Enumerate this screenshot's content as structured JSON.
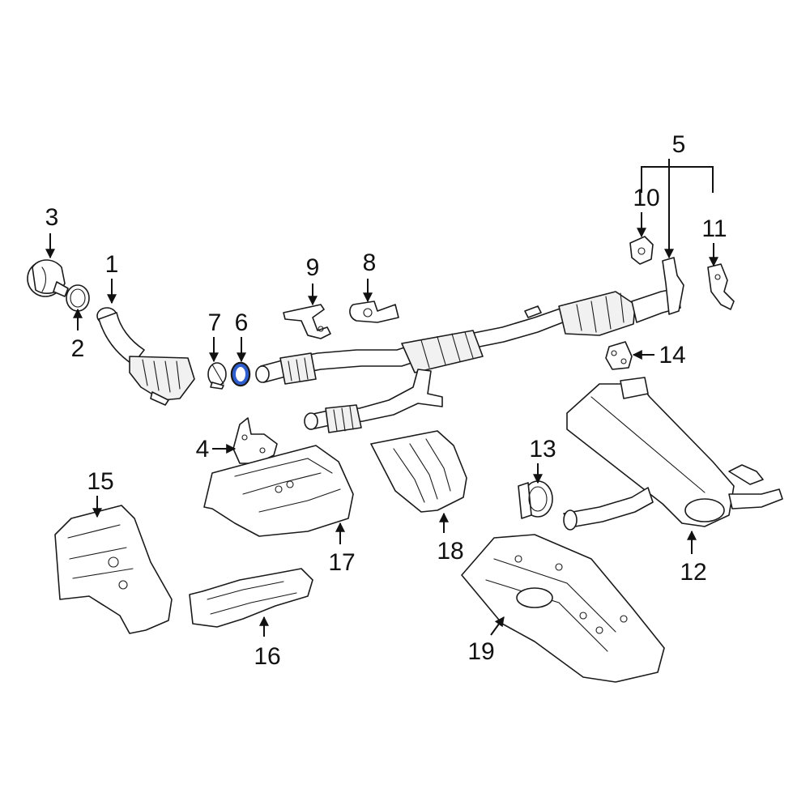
{
  "diagram": {
    "highlight_color": "#2f5fcf",
    "callouts": [
      {
        "id": "c1",
        "label": "1"
      },
      {
        "id": "c2",
        "label": "2"
      },
      {
        "id": "c3",
        "label": "3"
      },
      {
        "id": "c4",
        "label": "4"
      },
      {
        "id": "c5",
        "label": "5"
      },
      {
        "id": "c6",
        "label": "6"
      },
      {
        "id": "c7",
        "label": "7"
      },
      {
        "id": "c8",
        "label": "8"
      },
      {
        "id": "c9",
        "label": "9"
      },
      {
        "id": "c10",
        "label": "10"
      },
      {
        "id": "c11",
        "label": "11"
      },
      {
        "id": "c12",
        "label": "12"
      },
      {
        "id": "c13",
        "label": "13"
      },
      {
        "id": "c14",
        "label": "14"
      },
      {
        "id": "c15",
        "label": "15"
      },
      {
        "id": "c16",
        "label": "16"
      },
      {
        "id": "c17",
        "label": "17"
      },
      {
        "id": "c18",
        "label": "18"
      },
      {
        "id": "c19",
        "label": "19"
      }
    ]
  }
}
